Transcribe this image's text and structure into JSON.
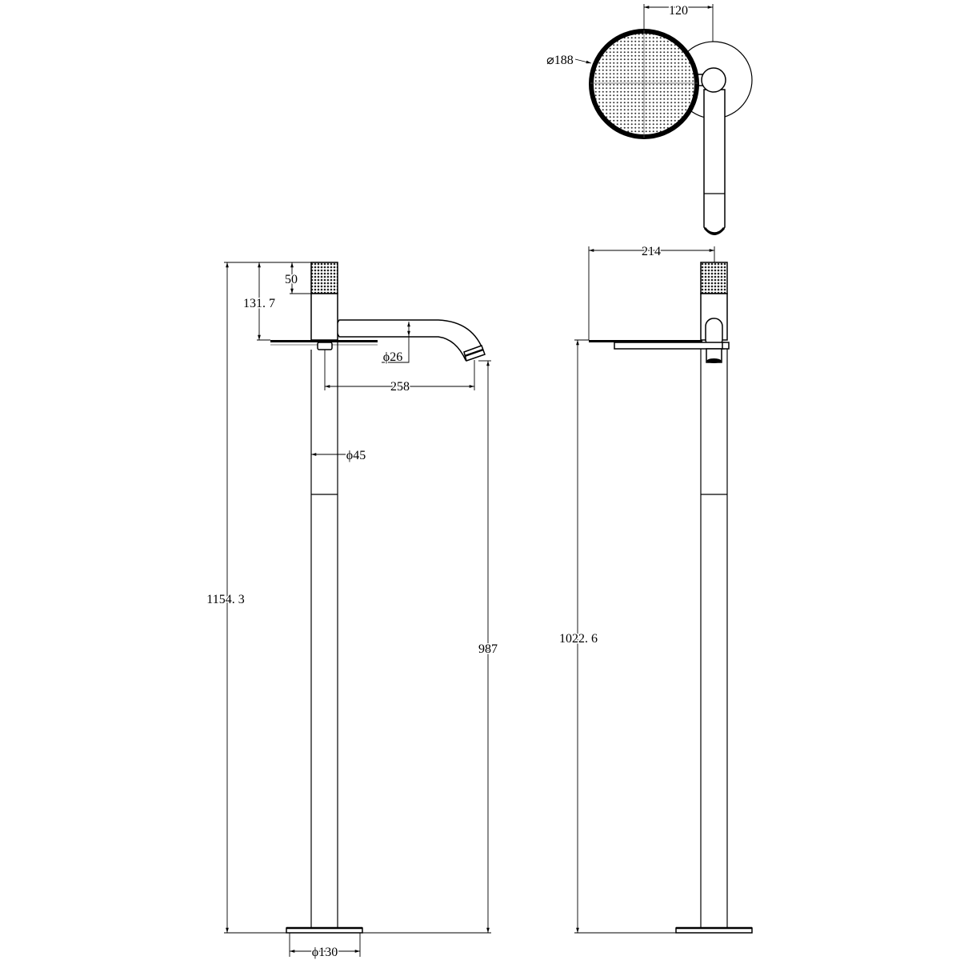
{
  "colors": {
    "line": "#000000",
    "background": "#ffffff",
    "texture": "#333333"
  },
  "plan_view": {
    "offset_dim": "120",
    "head_diameter": "⌀188"
  },
  "front_view": {
    "overall_height": "1154. 3",
    "deck_to_top": "131. 7",
    "handle_height": "50",
    "spout_diameter": "ϕ26",
    "spout_reach": "258",
    "body_diameter": "ϕ45",
    "spout_height": "987",
    "base_diameter": "ϕ130"
  },
  "side_view": {
    "depth": "214",
    "height": "1022. 6"
  }
}
